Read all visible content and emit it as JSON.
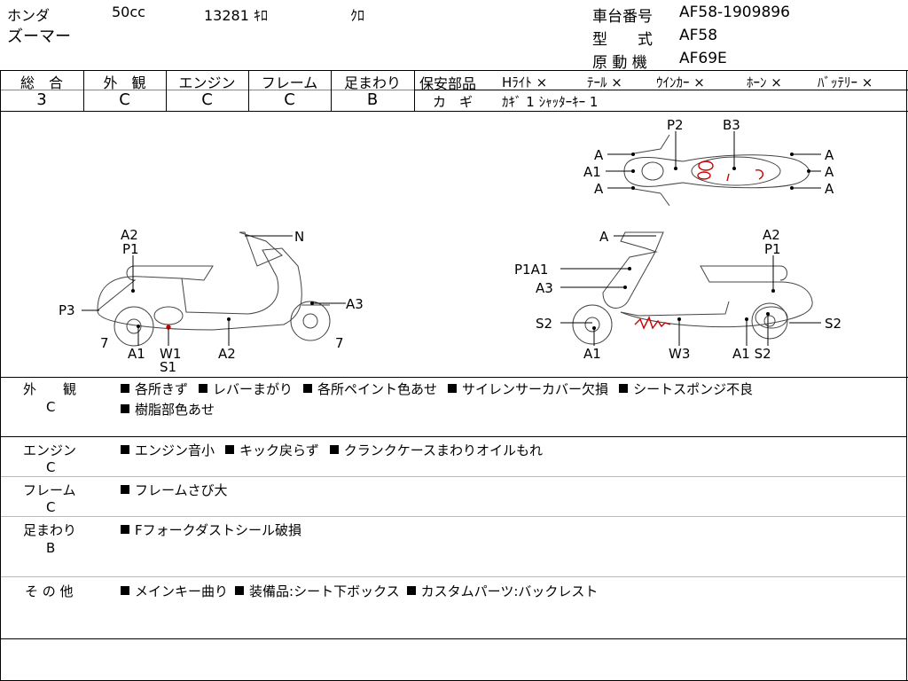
{
  "header": {
    "maker": "ホンダ",
    "displacement": "50cc",
    "mileage": "13281 ｷﾛ",
    "color": "ｸﾛ",
    "model_name": "ズーマー",
    "frame_no_label": "車台番号",
    "frame_no": "AF58-1909896",
    "type_label": "型　　式",
    "type_value": "AF58",
    "engine_label": "原 動 機",
    "engine_value": "AF69E"
  },
  "grades": [
    {
      "label": "総　合",
      "value": "3"
    },
    {
      "label": "外　観",
      "value": "C"
    },
    {
      "label": "エンジン",
      "value": "C"
    },
    {
      "label": "フレーム",
      "value": "C"
    },
    {
      "label": "足まわり",
      "value": "B"
    }
  ],
  "safety": {
    "label": "保安部品",
    "items": [
      {
        "name": "Hﾗｲﾄ",
        "mark": "×"
      },
      {
        "name": "ﾃｰﾙ",
        "mark": "×"
      },
      {
        "name": "ｳｲﾝｶｰ",
        "mark": "×"
      },
      {
        "name": "ﾎｰﾝ",
        "mark": "×"
      },
      {
        "name": "ﾊﾞｯﾃﾘｰ",
        "mark": "×"
      }
    ],
    "key_label": "カ　ギ",
    "key_value": "ｶｷﾞ 1  ｼｬｯﾀｰｷｰ 1"
  },
  "diagram_labels": {
    "top_p2": "P2",
    "top_b3": "B3",
    "top_a_l1": "A",
    "top_a1_l": "A1",
    "top_a_l2": "A",
    "top_a_r1": "A",
    "top_a_r2": "A",
    "top_a_r3": "A",
    "left_a2": "A2",
    "left_p1": "P1",
    "left_n": "N",
    "left_p3": "P3",
    "left_a3": "A3",
    "left_7a": "7",
    "left_7b": "7",
    "left_a1": "A1",
    "left_w1": "W1",
    "left_s1": "S1",
    "left_a2b": "A2",
    "right_a": "A",
    "right_a2": "A2",
    "right_p1": "P1",
    "right_p1a1": "P1A1",
    "right_a3": "A3",
    "right_s2a": "S2",
    "right_s2b": "S2",
    "right_a1": "A1",
    "right_w3": "W3",
    "right_a1s2": "A1 S2"
  },
  "descriptions": [
    {
      "label": "外　　観",
      "grade": "C",
      "lines": [
        [
          "各所きず",
          "レバーまがり",
          "各所ペイント色あせ",
          "サイレンサーカバー欠損",
          "シートスポンジ不良"
        ],
        [
          "樹脂部色あせ"
        ]
      ]
    },
    {
      "label": "エンジン",
      "grade": "C",
      "lines": [
        [
          "エンジン音小",
          "キック戻らず",
          "クランクケースまわりオイルもれ"
        ]
      ]
    },
    {
      "label": "フレーム",
      "grade": "C",
      "lines": [
        [
          "フレームさび大"
        ]
      ]
    },
    {
      "label": "足まわり",
      "grade": "B",
      "lines": [
        [
          "Fフォークダストシール破損"
        ]
      ]
    },
    {
      "label": "そ の 他",
      "grade": "",
      "lines": [
        [
          "メインキー曲り",
          "装備品:シート下ボックス",
          "カスタムパーツ:バックレスト"
        ]
      ]
    }
  ]
}
